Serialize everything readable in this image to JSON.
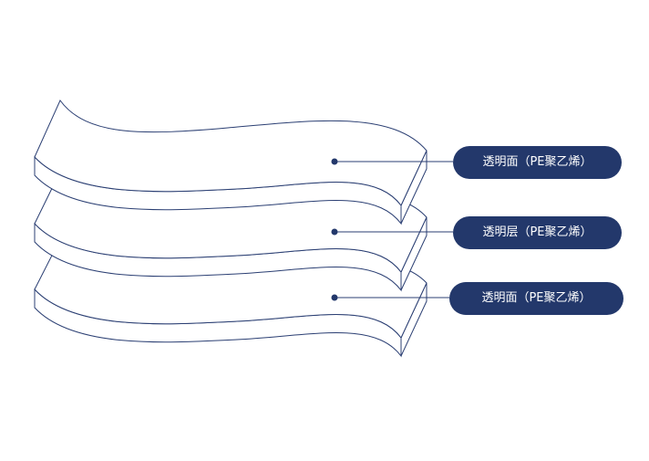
{
  "colors": {
    "accent": "#23386b",
    "outline": "#2b3f73",
    "label_text": "#ffffff",
    "background": "#ffffff"
  },
  "layers": [
    {
      "label": "透明面（PE聚乙烯）"
    },
    {
      "label": "透明层（PE聚乙烯）"
    },
    {
      "label": "透明面（PE聚乙烯）"
    }
  ]
}
